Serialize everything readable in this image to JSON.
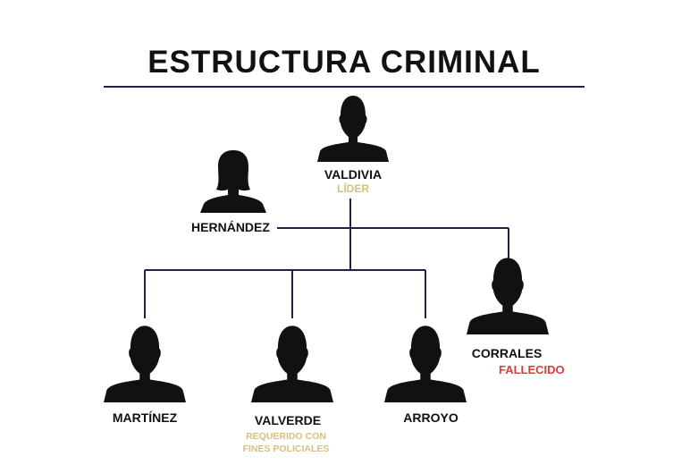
{
  "title": "ESTRUCTURA CRIMINAL",
  "colors": {
    "line": "#1e2245",
    "silhouette": "#111111",
    "tag_gold": "#d8bf7d",
    "tag_red": "#e23a3a"
  },
  "members": {
    "valdivia": {
      "name": "VALDIVIA",
      "tag": "LÍDER",
      "icon": "male-silhouette-icon"
    },
    "hernandez": {
      "name": "HERNÁNDEZ",
      "icon": "female-silhouette-icon"
    },
    "corrales": {
      "name": "CORRALES",
      "tag": "FALLECIDO",
      "icon": "male-silhouette-icon"
    },
    "martinez": {
      "name": "MARTÍNEZ",
      "icon": "male-silhouette-icon"
    },
    "valverde": {
      "name": "VALVERDE",
      "tag_line1": "REQUERIDO CON",
      "tag_line2": "FINES POLICIALES",
      "icon": "male-silhouette-icon"
    },
    "arroyo": {
      "name": "ARROYO",
      "icon": "male-silhouette-icon"
    }
  }
}
